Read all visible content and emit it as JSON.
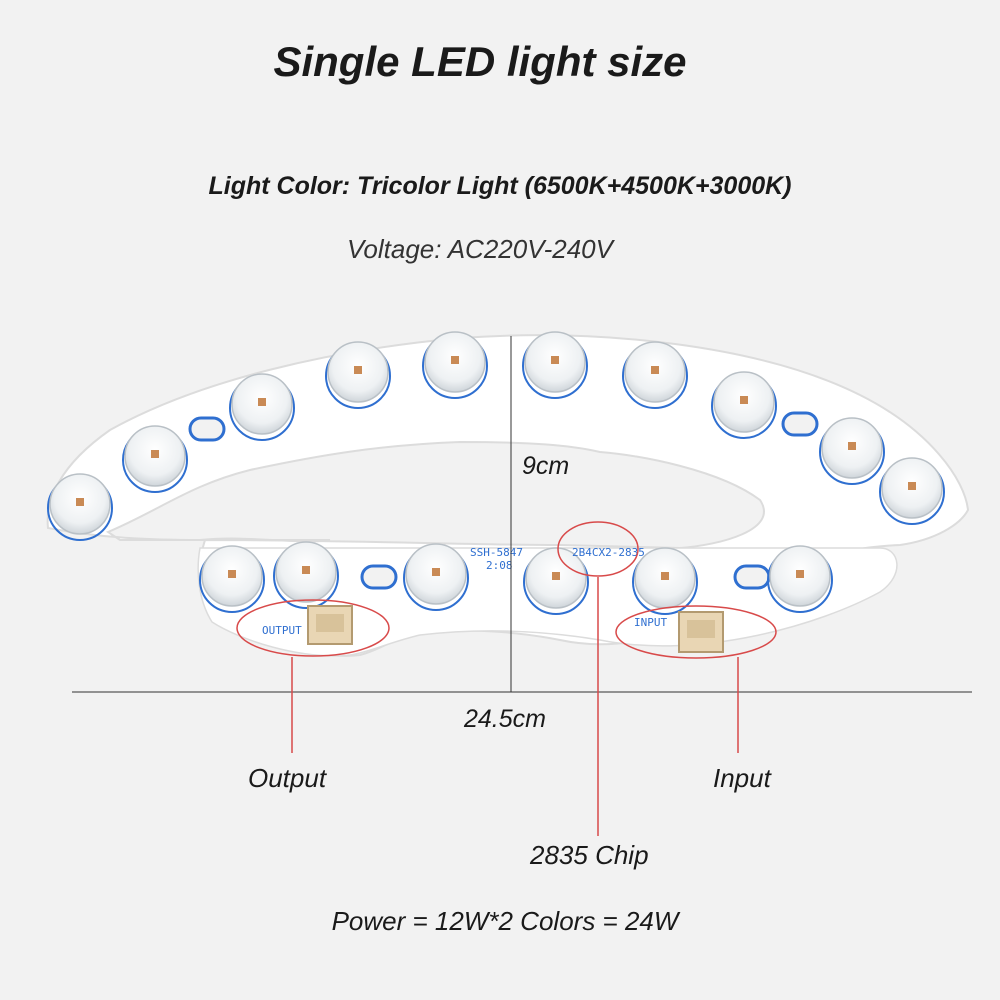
{
  "title": "Single LED light size",
  "light_color": "Light Color: Tricolor Light (6500K+4500K+3000K)",
  "voltage": "Voltage: AC220V-240V",
  "dimensions": {
    "height": "9cm",
    "width": "24.5cm"
  },
  "board": {
    "model": "SSH-5847",
    "date_code": "2:08",
    "chip_code": "2B4CX2-2835",
    "output_silk": "OUTPUT",
    "input_silk": "INPUT"
  },
  "callouts": {
    "output": "Output",
    "input": "Input",
    "chip": "2835 Chip"
  },
  "power": "Power = 12W*2 Colors = 24W",
  "colors": {
    "board": "#ffffff",
    "ring": "#2f6fd0",
    "callout": "#d84a4a",
    "connector": "#e9d6b4",
    "led": "#c98a55"
  }
}
